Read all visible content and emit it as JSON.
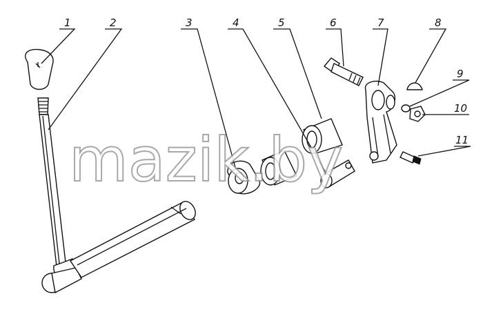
{
  "diagram": {
    "callouts": [
      {
        "id": "1",
        "label": "1"
      },
      {
        "id": "2",
        "label": "2"
      },
      {
        "id": "3",
        "label": "3"
      },
      {
        "id": "4",
        "label": "4"
      },
      {
        "id": "5",
        "label": "5"
      },
      {
        "id": "6",
        "label": "6"
      },
      {
        "id": "7",
        "label": "7"
      },
      {
        "id": "8",
        "label": "8"
      },
      {
        "id": "9",
        "label": "9"
      },
      {
        "id": "10",
        "label": "10"
      },
      {
        "id": "11",
        "label": "11"
      }
    ],
    "watermark": "mazik.by"
  }
}
